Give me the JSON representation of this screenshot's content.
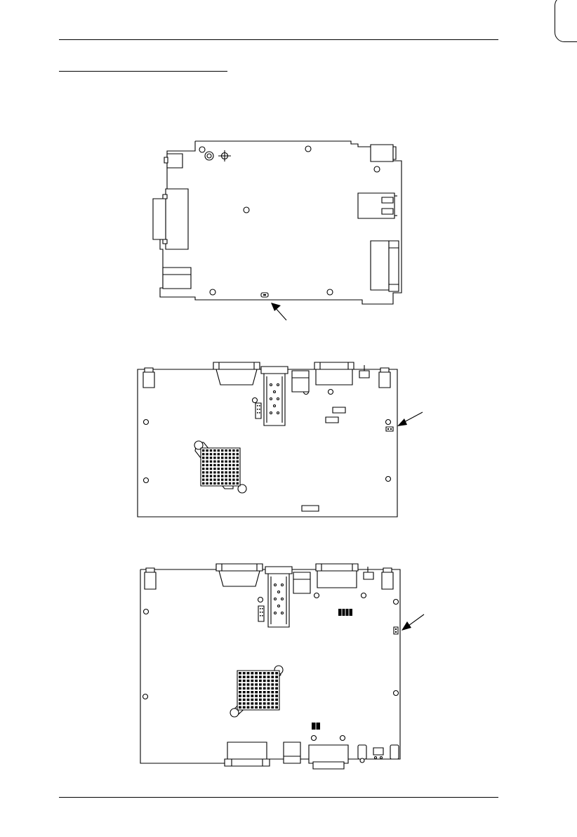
{
  "document": {
    "figures": [
      {
        "kind": "board-top-view",
        "callout": "arrow-pointing-to-jumper"
      },
      {
        "kind": "board-top-view",
        "callout": "arrow-pointing-to-jumper"
      },
      {
        "kind": "board-top-view",
        "callout": "arrow-pointing-to-jumper"
      }
    ]
  }
}
